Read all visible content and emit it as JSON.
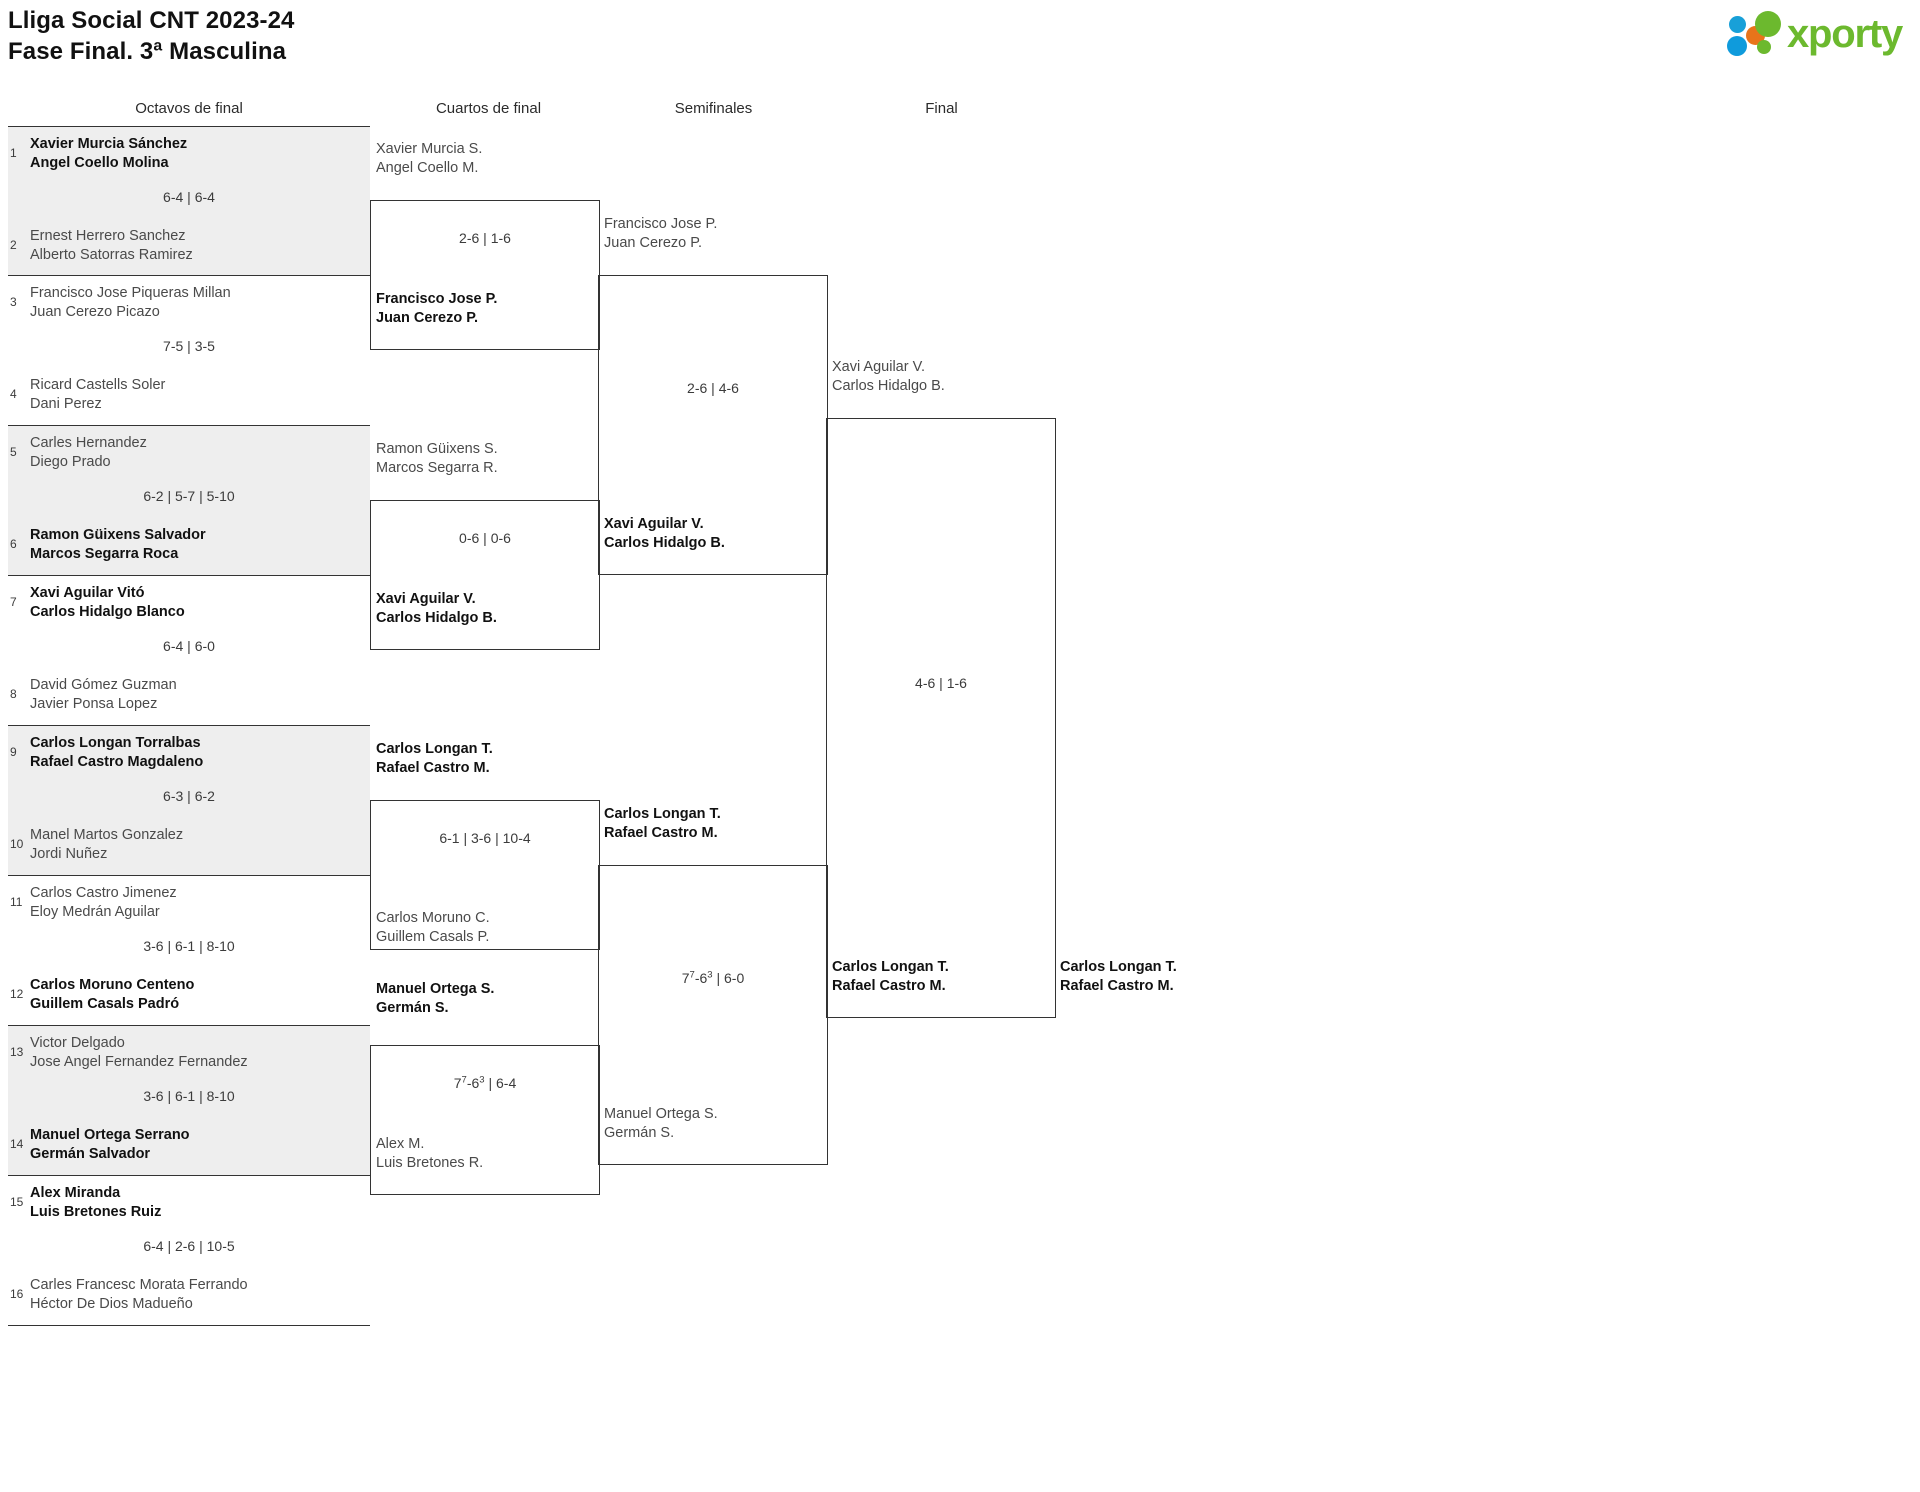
{
  "header": {
    "title_line1": "Lliga Social CNT 2023-24",
    "title_line2": "Fase Final. 3ª Masculina",
    "logo_word": "xporty",
    "colors": {
      "logo_green": "#6cb92e",
      "logo_blue": "#0f9bdc",
      "logo_orange": "#e8741a",
      "row_shade": "#eeeeee",
      "line": "#333333"
    }
  },
  "rounds": [
    {
      "id": "octavos",
      "label": "Octavos de final"
    },
    {
      "id": "cuartos",
      "label": "Cuartos de final"
    },
    {
      "id": "semis",
      "label": "Semifinales"
    },
    {
      "id": "final",
      "label": "Final"
    }
  ],
  "round1": [
    {
      "seed_top": "1",
      "seed_bottom": "2",
      "top": {
        "p1": "Xavier Murcia Sánchez",
        "p2": "Angel Coello Molina",
        "winner": true
      },
      "bottom": {
        "p1": "Ernest Herrero Sanchez",
        "p2": "Alberto Satorras Ramirez",
        "winner": false
      },
      "score": "6-4 | 6-4"
    },
    {
      "seed_top": "3",
      "seed_bottom": "4",
      "top": {
        "p1": "Francisco Jose Piqueras Millan",
        "p2": "Juan Cerezo Picazo",
        "winner": false
      },
      "bottom": {
        "p1": "Ricard Castells Soler",
        "p2": "Dani Perez",
        "winner": false
      },
      "score": "7-5 | 3-5"
    },
    {
      "seed_top": "5",
      "seed_bottom": "6",
      "top": {
        "p1": "Carles Hernandez",
        "p2": "Diego Prado",
        "winner": false
      },
      "bottom": {
        "p1": "Ramon Güixens Salvador",
        "p2": "Marcos Segarra Roca",
        "winner": true
      },
      "score": "6-2 | 5-7 | 5-10"
    },
    {
      "seed_top": "7",
      "seed_bottom": "8",
      "top": {
        "p1": "Xavi Aguilar Vitó",
        "p2": "Carlos Hidalgo Blanco",
        "winner": true
      },
      "bottom": {
        "p1": "David Gómez Guzman",
        "p2": "Javier Ponsa Lopez",
        "winner": false
      },
      "score": "6-4 | 6-0"
    },
    {
      "seed_top": "9",
      "seed_bottom": "10",
      "top": {
        "p1": "Carlos Longan Torralbas",
        "p2": "Rafael Castro Magdaleno",
        "winner": true
      },
      "bottom": {
        "p1": "Manel Martos Gonzalez",
        "p2": "Jordi Nuñez",
        "winner": false
      },
      "score": "6-3 | 6-2"
    },
    {
      "seed_top": "11",
      "seed_bottom": "12",
      "top": {
        "p1": "Carlos Castro Jimenez",
        "p2": "Eloy Medrán Aguilar",
        "winner": false
      },
      "bottom": {
        "p1": "Carlos Moruno Centeno",
        "p2": "Guillem Casals Padró",
        "winner": true
      },
      "score": "3-6 | 6-1 | 8-10"
    },
    {
      "seed_top": "13",
      "seed_bottom": "14",
      "top": {
        "p1": "Victor Delgado",
        "p2": "Jose Angel Fernandez Fernandez",
        "winner": false
      },
      "bottom": {
        "p1": "Manuel Ortega Serrano",
        "p2": "Germán Salvador",
        "winner": true
      },
      "score": "3-6 | 6-1 | 8-10"
    },
    {
      "seed_top": "15",
      "seed_bottom": "16",
      "top": {
        "p1": "Alex Miranda",
        "p2": "Luis Bretones Ruiz",
        "winner": true
      },
      "bottom": {
        "p1": "Carles Francesc Morata Ferrando",
        "p2": "Héctor De Dios Madueño",
        "winner": false
      },
      "score": "6-4 | 2-6 | 10-5"
    }
  ],
  "round2": [
    {
      "top": {
        "p1": "Xavier Murcia S.",
        "p2": "Angel Coello M.",
        "winner": false
      },
      "bottom": {
        "p1": "Francisco Jose P.",
        "p2": "Juan Cerezo P.",
        "winner": true
      },
      "score": "2-6 | 1-6"
    },
    {
      "top": {
        "p1": "Ramon Güixens S.",
        "p2": "Marcos Segarra R.",
        "winner": false
      },
      "bottom": {
        "p1": "Xavi Aguilar V.",
        "p2": "Carlos Hidalgo B.",
        "winner": true
      },
      "score": "0-6 | 0-6"
    },
    {
      "top": {
        "p1": "Carlos Longan T.",
        "p2": "Rafael Castro M.",
        "winner": true
      },
      "bottom": {
        "p1": "Carlos Moruno C.",
        "p2": "Guillem Casals P.",
        "winner": false
      },
      "score": "6-1 | 3-6 | 10-4"
    },
    {
      "top": {
        "p1": "Manuel Ortega S.",
        "p2": "Germán S.",
        "winner": true
      },
      "bottom": {
        "p1": "Alex M.",
        "p2": "Luis Bretones R.",
        "winner": false
      },
      "score_html": "7<sup>7</sup>-6<sup>3</sup> | 6-4",
      "score": "77-63 | 6-4"
    }
  ],
  "round3": [
    {
      "top": {
        "p1": "Francisco Jose P.",
        "p2": "Juan Cerezo P.",
        "winner": false
      },
      "bottom": {
        "p1": "Xavi Aguilar V.",
        "p2": "Carlos Hidalgo B.",
        "winner": true
      },
      "score": "2-6 | 4-6"
    },
    {
      "top": {
        "p1": "Carlos Longan T.",
        "p2": "Rafael Castro M.",
        "winner": true
      },
      "bottom": {
        "p1": "Manuel Ortega S.",
        "p2": "Germán S.",
        "winner": false
      },
      "score_html": "7<sup>7</sup>-6<sup>3</sup> | 6-0",
      "score": "77-63 | 6-0"
    }
  ],
  "round4": [
    {
      "top": {
        "p1": "Xavi Aguilar V.",
        "p2": "Carlos Hidalgo B.",
        "winner": false
      },
      "bottom": {
        "p1": "Carlos Longan T.",
        "p2": "Rafael Castro M.",
        "winner": true
      },
      "score": "4-6 | 1-6"
    }
  ],
  "champion": {
    "p1": "Carlos Longan T.",
    "p2": "Rafael Castro M."
  }
}
